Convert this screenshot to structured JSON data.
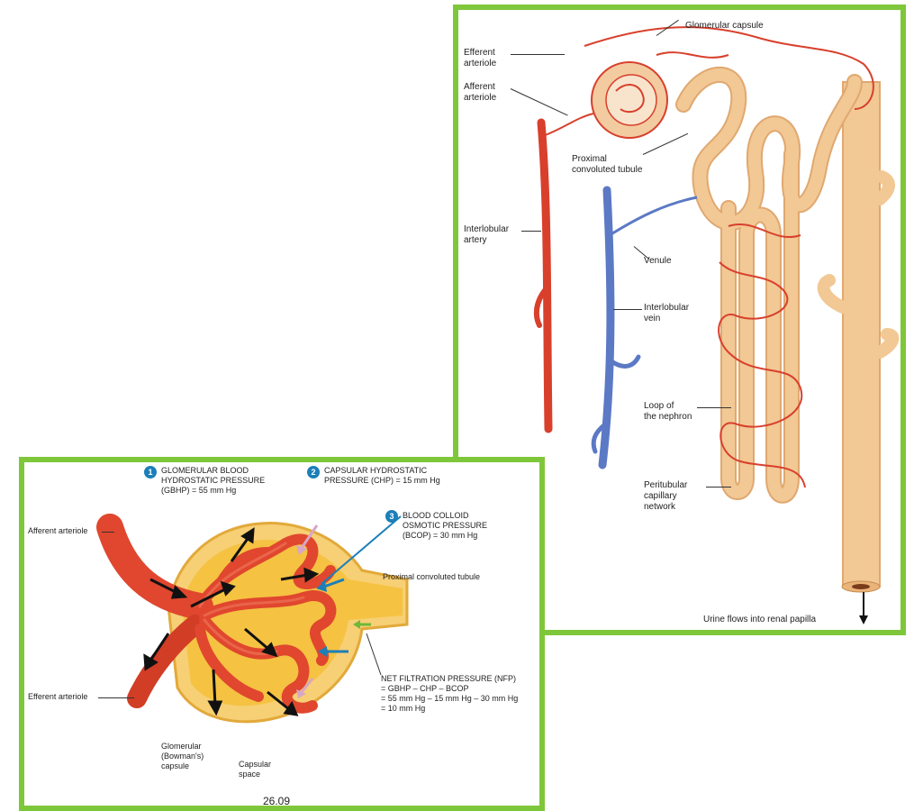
{
  "nephron_figure": {
    "labels": {
      "glomerular_capsule": "Glomerular capsule",
      "efferent_arteriole": [
        "Efferent",
        "arteriole"
      ],
      "afferent_arteriole": [
        "Afferent",
        "arteriole"
      ],
      "proximal_tubule": [
        "Proximal",
        "convoluted tubule"
      ],
      "interlobular_artery": [
        "Interlobular",
        "artery"
      ],
      "venule": "Venule",
      "interlobular_vein": [
        "Interlobular",
        "vein"
      ],
      "loop": [
        "Loop of",
        "the nephron"
      ],
      "peritubular": [
        "Peritubular",
        "capillary",
        "network"
      ],
      "urine": "Urine flows into renal papilla"
    },
    "colors": {
      "artery": "#d8402c",
      "vein": "#5b79c4",
      "tubule": "#f2c894",
      "tubule_edge": "#e0a870"
    }
  },
  "pressure_figure": {
    "steps": [
      {
        "num": "1",
        "lines": [
          "GLOMERULAR BLOOD",
          "HYDROSTATIC PRESSURE",
          "(GBHP) = 55 mm Hg"
        ]
      },
      {
        "num": "2",
        "lines": [
          "CAPSULAR HYDROSTATIC",
          "PRESSURE (CHP) = 15 mm Hg"
        ]
      },
      {
        "num": "3",
        "lines": [
          "BLOOD COLLOID",
          "OSMOTIC PRESSURE",
          "(BCOP) = 30 mm Hg"
        ]
      }
    ],
    "nfp": [
      "NET FILTRATION PRESSURE (NFP)",
      "= GBHP – CHP – BCOP",
      "= 55 mm Hg – 15 mm Hg – 30 mm Hg",
      "= 10 mm Hg"
    ],
    "labels": {
      "afferent": "Afferent arteriole",
      "efferent": "Efferent arteriole",
      "proximal": "Proximal convoluted tubule",
      "capsule": [
        "Glomerular",
        "(Bowman's)",
        "capsule"
      ],
      "space": [
        "Capsular",
        "space"
      ]
    },
    "figure_number": "26.09",
    "colors": {
      "vessel": "#e0472e",
      "capsule": "#f5c242",
      "accent": "#1c7fb8"
    }
  }
}
